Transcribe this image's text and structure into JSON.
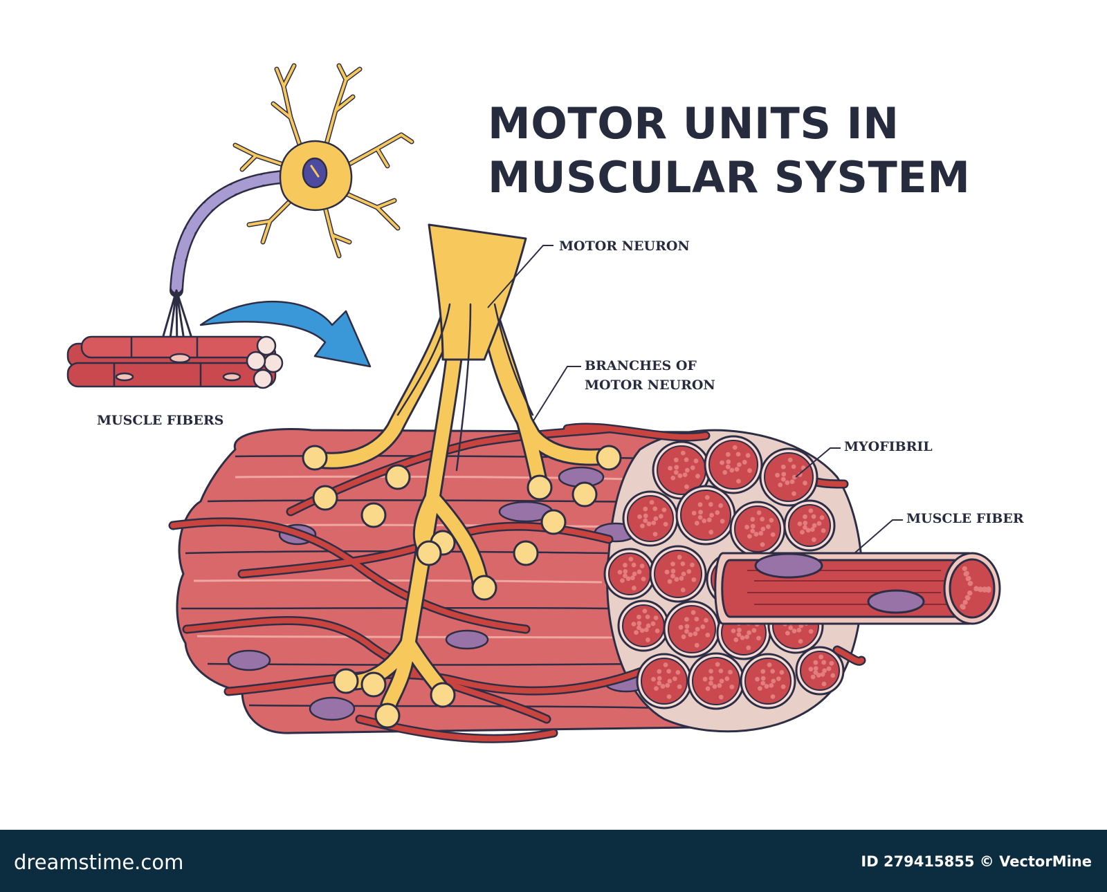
{
  "title": {
    "line1": "MOTOR UNITS IN",
    "line2": "MUSCULAR SYSTEM"
  },
  "labels": {
    "muscle_fibers": "MUSCLE FIBERS",
    "motor_neuron": "MOTOR NEURON",
    "branches_line1": "BRANCHES OF",
    "branches_line2": "MOTOR NEURON",
    "myofibril": "MYOFIBRIL",
    "muscle_fiber": "MUSCLE FIBER"
  },
  "footer": {
    "site": "dreamstime.com",
    "id_text": "ID 279415855 © VectorMine"
  },
  "colors": {
    "muscle": "#d9686b",
    "muscle_light": "#eda3a1",
    "muscle_dark": "#a83b44",
    "vessel": "#c9433f",
    "neuron": "#f7c85b",
    "terminal": "#fbd98b",
    "nucleus": "#9773a8",
    "arrow": "#3a97d8",
    "outline": "#2d2e45",
    "footer_bg": "#0c2c3f"
  }
}
